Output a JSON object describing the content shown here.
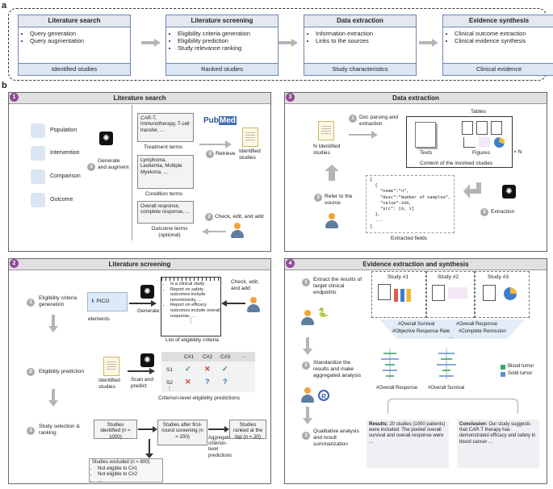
{
  "panel_labels": {
    "a": "a",
    "b": "b"
  },
  "pipeline": [
    {
      "title": "Literature search",
      "bullets": [
        "Query generation",
        "Query augmentation"
      ],
      "footer": "Identified studies"
    },
    {
      "title": "Literature screening",
      "bullets": [
        "Eligibility criteria generation",
        "Eligibility prediction",
        "Study relevance ranking"
      ],
      "footer": "Ranked studies"
    },
    {
      "title": "Data extraction",
      "bullets": [
        "Information extraction",
        "Links to the sources"
      ],
      "footer": "Study characteristics"
    },
    {
      "title": "Evidence synthesis",
      "bullets": [
        "Clinical outcome extraction",
        "Clinical evidence synthesis"
      ],
      "footer": "Clinical evidence"
    }
  ],
  "search": {
    "num": "1",
    "title": "Literature search",
    "pico": [
      "Population",
      "Intervention",
      "Comparison",
      "Outcome"
    ],
    "steps": {
      "s1": "1",
      "s2": "2",
      "s3": "3"
    },
    "step1": "Generate and augment",
    "treatment_terms": "CAR-T, Immunotherapy, T-cell transfer, ...",
    "treatment_label": "Treatment terms",
    "condition_terms": "Lymphoma, Leukemia, Multiple Myeloma, ...",
    "condition_label": "Condition terms",
    "outcome_terms": "Overall response, complete response, ...",
    "outcome_label": "Outcome terms (optional)",
    "step2": "Check, edit, and add",
    "pubmed_logo_a": "Pub",
    "pubmed_logo_b": "Med",
    "step3": "Retrieve",
    "identified": "Identified studies"
  },
  "extraction": {
    "num": "3",
    "title": "Data extraction",
    "steps": {
      "s1": "1",
      "s2": "2",
      "s3": "3"
    },
    "step1": "Doc parsing and extraction",
    "n_studies": "N Identified studies",
    "tables": "Tables",
    "texts": "Texts",
    "figures": "Figures",
    "times_n": "× N",
    "content_label": "Content of the involved studies",
    "step2": "Extraction",
    "step3": "Refer to the source",
    "json_lines": [
      "[",
      "  {",
      "    \"name\":\"n\",",
      "    \"desc\":\"Number of samples\",",
      "    \"value\":100,",
      "    \"src\": [0, 1]",
      "  },",
      "  ...",
      "]"
    ],
    "fields_label": "Extracted fields"
  },
  "screening": {
    "num": "2",
    "title": "Literature screening",
    "steps": {
      "s1": "1",
      "s2": "2",
      "s3": "3"
    },
    "step1": "Eligibility criteria generation",
    "pico_elements": "PICO elements",
    "generate": "Generate",
    "criteria": [
      "Is a clinical study",
      "Report on safety outcomes include neurotoxicity, ...",
      "Report on efficacy outcomes include overall response, ..."
    ],
    "criteria_more": "⋮",
    "criteria_label": "List of eligibility criteria",
    "check_edit": "Check, edit, and add",
    "step2": "Eligibility prediction",
    "identified": "Identified studies",
    "scan_predict": "Scan and predict",
    "cols": [
      "C#1",
      "C#2",
      "C#3",
      "···"
    ],
    "rows": [
      {
        "label": "S1",
        "cells": [
          "✓",
          "✕",
          "✓"
        ]
      },
      {
        "label": "S2",
        "cells": [
          "✕",
          "?",
          "?"
        ]
      }
    ],
    "row_more": "⋮",
    "pred_label": "Criterion-level eligibility predictions",
    "step3": "Study selection & ranking",
    "identified_box": "Studies identified (n = 1000)",
    "after_box": "Studies after first-round screening (n = 200)",
    "aggregate": "Aggregate criterion-level predictions",
    "ranked_box": "Studies ranked at the top (n = 20)",
    "excluded_title": "Studies excluded (n = 800)",
    "excluded_items": [
      "Not eligible to C#1",
      "Not eligible to C#2",
      "..."
    ]
  },
  "evidence": {
    "num": "4",
    "title": "Evidence extraction and synthesis",
    "steps": {
      "s1": "1",
      "s2": "2",
      "s3": "3"
    },
    "step1": "Extract the results of target clinical endpoints",
    "studies": [
      "Study #1",
      "Study #2",
      "Study #3"
    ],
    "tags": [
      "#Overall Survival",
      "#Overall Response",
      "#Objective Response Rate",
      "#Complete Remission",
      "..."
    ],
    "step2": "Standardize the results and make aggregated analysis",
    "legend": [
      "Blood tumor",
      "Solid tumor"
    ],
    "axis_labels": [
      "#Overall Response",
      "#Overall Survival"
    ],
    "step3": "Qualitative analysis and result summarization",
    "results_label": "Results:",
    "results_text": " 20 studies (1000 patients) were included. The pooled overall survival and overall response were ...",
    "conclusion_label": "Conclusion:",
    "conclusion_text": " Our study suggests that CAR-T therapy has demonstrated efficacy and safety in blood cancer ...",
    "colors": {
      "blood": "#3aa76d",
      "solid": "#5b8fd1"
    }
  }
}
